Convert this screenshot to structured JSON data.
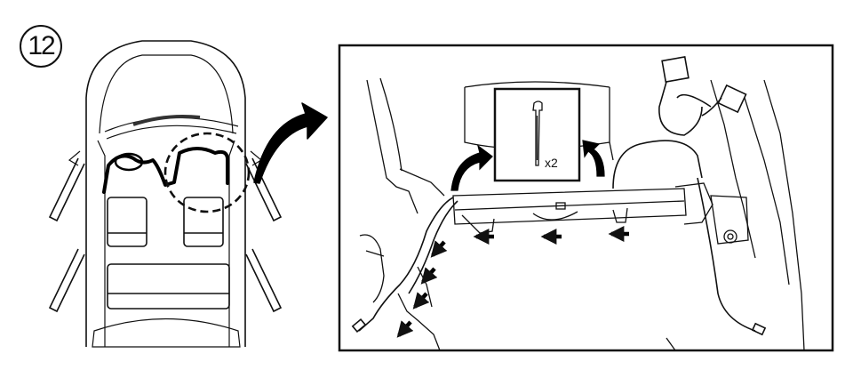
{
  "step": {
    "number": "12"
  },
  "zip_tie_callout": {
    "quantity_label": "x2"
  },
  "colors": {
    "line": "#111111",
    "background": "#ffffff",
    "harness": "#000000"
  },
  "icons": [
    "step-number-badge",
    "car-top-view",
    "zoom-arrow-icon",
    "zip-tie-icon",
    "routing-arrow-icon"
  ]
}
